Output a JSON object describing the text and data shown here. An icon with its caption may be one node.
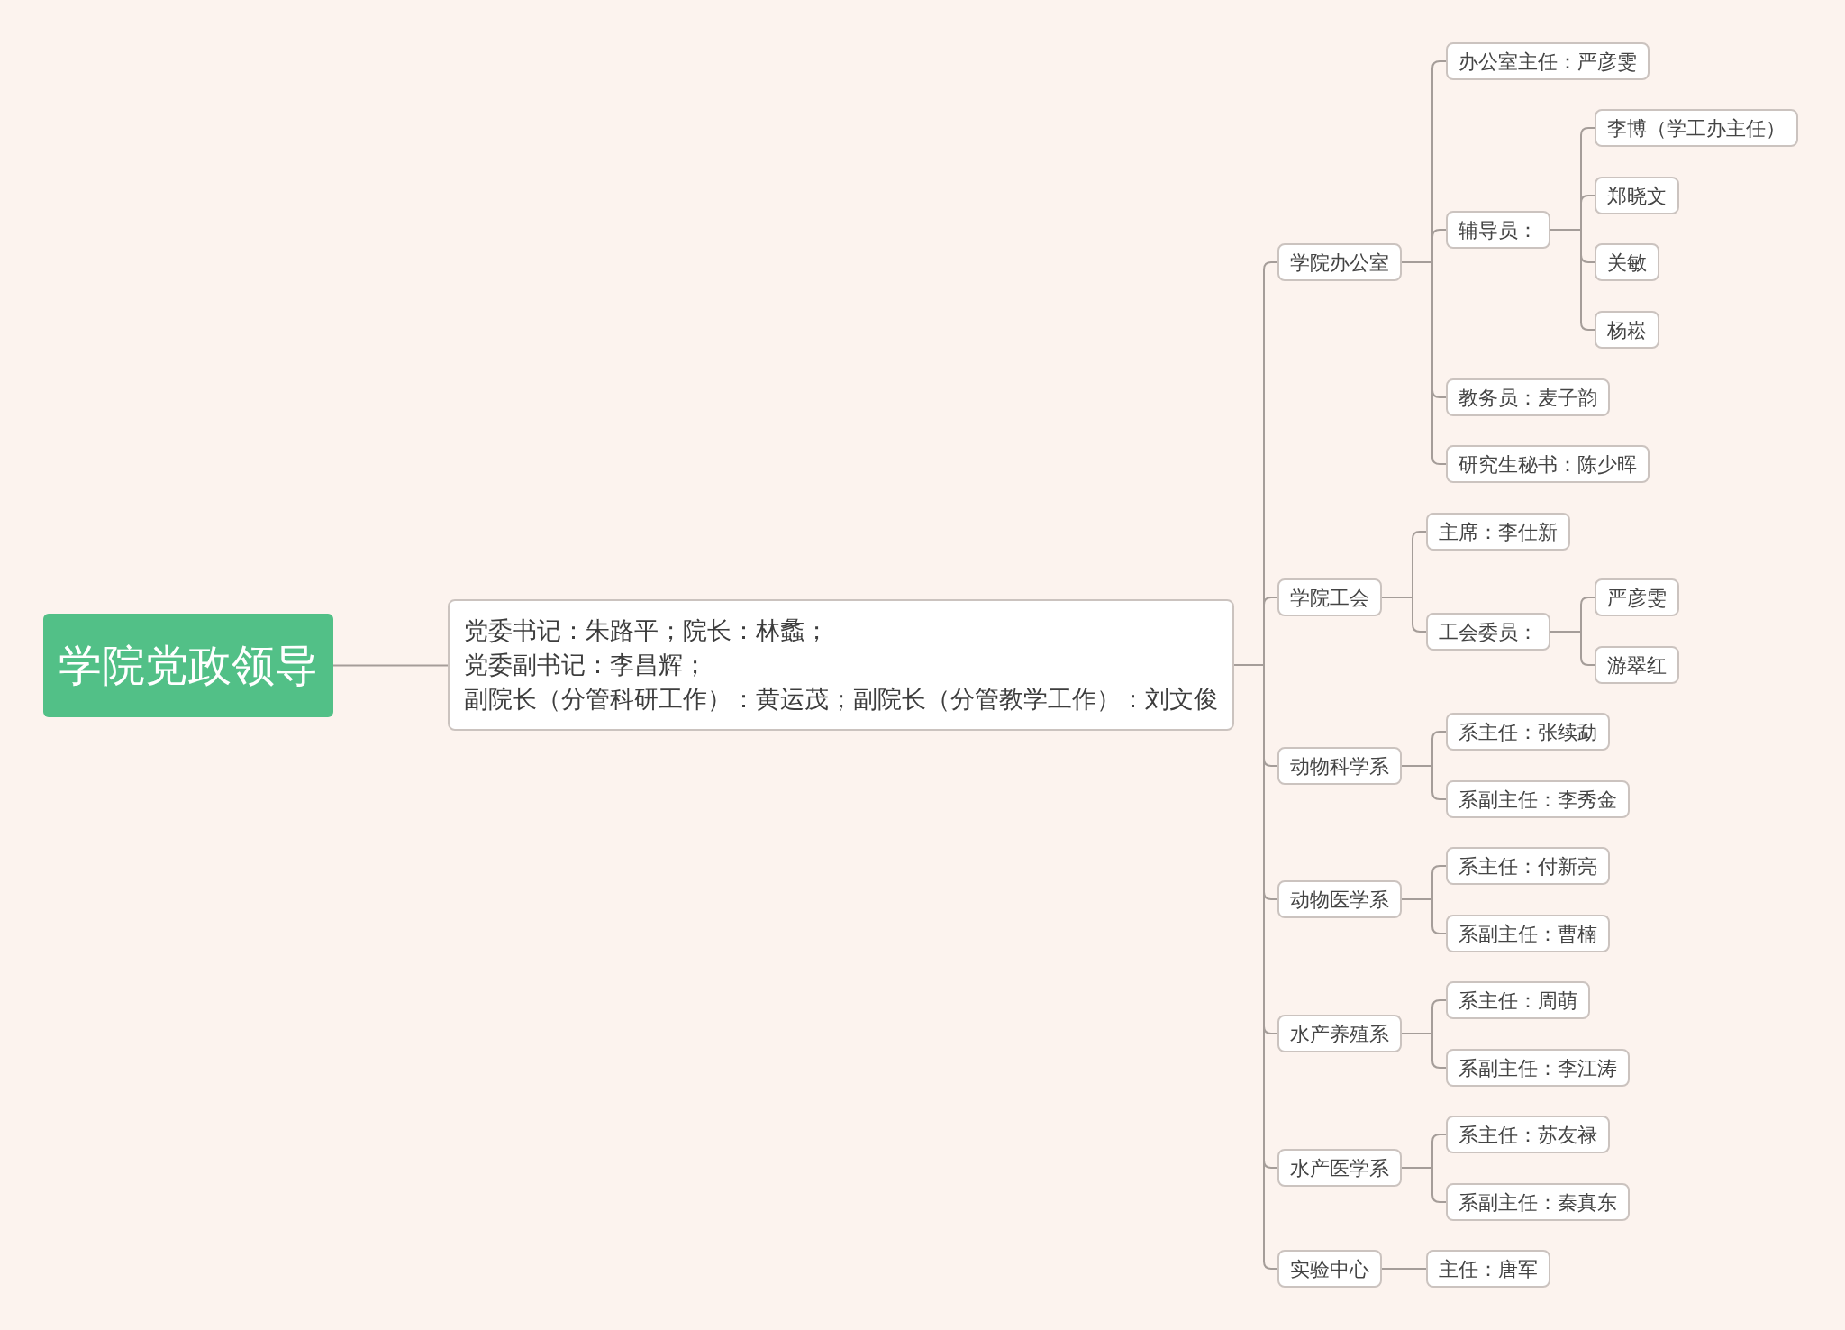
{
  "diagram": {
    "nodes": [
      {
        "text": [
          "学院党政领导"
        ]
      },
      {
        "text": [
          "党委书记：朱路平；院长：林蠡；",
          "党委副书记：李昌辉；",
          "副院长（分管科研工作）：黄运茂；副院长（分管教学工作）：刘文俊"
        ]
      },
      {
        "text": [
          "学院办公室"
        ]
      },
      {
        "text": [
          "办公室主任：严彦雯"
        ]
      },
      {
        "text": [
          "辅导员："
        ]
      },
      {
        "text": [
          "李博（学工办主任）"
        ]
      },
      {
        "text": [
          "郑晓文"
        ]
      },
      {
        "text": [
          "关敏"
        ]
      },
      {
        "text": [
          "杨崧"
        ]
      },
      {
        "text": [
          "教务员：麦子韵"
        ]
      },
      {
        "text": [
          "研究生秘书：陈少晖"
        ]
      },
      {
        "text": [
          "学院工会"
        ]
      },
      {
        "text": [
          "主席：李仕新"
        ]
      },
      {
        "text": [
          "工会委员："
        ]
      },
      {
        "text": [
          "严彦雯"
        ]
      },
      {
        "text": [
          "游翠红"
        ]
      },
      {
        "text": [
          "动物科学系"
        ]
      },
      {
        "text": [
          "系主任：张续勐"
        ]
      },
      {
        "text": [
          "系副主任：李秀金"
        ]
      },
      {
        "text": [
          "动物医学系"
        ]
      },
      {
        "text": [
          "系主任：付新亮"
        ]
      },
      {
        "text": [
          "系副主任：曹楠"
        ]
      },
      {
        "text": [
          "水产养殖系"
        ]
      },
      {
        "text": [
          "系主任：周萌"
        ]
      },
      {
        "text": [
          "系副主任：李江涛"
        ]
      },
      {
        "text": [
          "水产医学系"
        ]
      },
      {
        "text": [
          "系主任：苏友禄"
        ]
      },
      {
        "text": [
          "系副主任：秦真东"
        ]
      },
      {
        "text": [
          "实验中心"
        ]
      },
      {
        "text": [
          "主任：唐军"
        ]
      }
    ],
    "edges": [
      {
        "from": 0,
        "to": 1,
        "arrow": "none"
      },
      {
        "from": 1,
        "to": 2,
        "arrow": "none"
      },
      {
        "from": 2,
        "to": 3,
        "arrow": "none"
      },
      {
        "from": 2,
        "to": 4,
        "arrow": "none"
      },
      {
        "from": 4,
        "to": 5,
        "arrow": "none"
      },
      {
        "from": 4,
        "to": 6,
        "arrow": "none"
      },
      {
        "from": 4,
        "to": 7,
        "arrow": "none"
      },
      {
        "from": 4,
        "to": 8,
        "arrow": "none"
      },
      {
        "from": 2,
        "to": 9,
        "arrow": "none"
      },
      {
        "from": 2,
        "to": 10,
        "arrow": "none"
      },
      {
        "from": 1,
        "to": 11,
        "arrow": "none"
      },
      {
        "from": 11,
        "to": 12,
        "arrow": "none"
      },
      {
        "from": 11,
        "to": 13,
        "arrow": "none"
      },
      {
        "from": 13,
        "to": 14,
        "arrow": "none"
      },
      {
        "from": 13,
        "to": 15,
        "arrow": "none"
      },
      {
        "from": 1,
        "to": 16,
        "arrow": "none"
      },
      {
        "from": 16,
        "to": 17,
        "arrow": "none"
      },
      {
        "from": 16,
        "to": 18,
        "arrow": "none"
      },
      {
        "from": 1,
        "to": 19,
        "arrow": "none"
      },
      {
        "from": 19,
        "to": 20,
        "arrow": "none"
      },
      {
        "from": 19,
        "to": 21,
        "arrow": "none"
      },
      {
        "from": 1,
        "to": 22,
        "arrow": "none"
      },
      {
        "from": 22,
        "to": 23,
        "arrow": "none"
      },
      {
        "from": 22,
        "to": 24,
        "arrow": "none"
      },
      {
        "from": 1,
        "to": 25,
        "arrow": "none"
      },
      {
        "from": 25,
        "to": 26,
        "arrow": "none"
      },
      {
        "from": 25,
        "to": 27,
        "arrow": "none"
      },
      {
        "from": 1,
        "to": 28,
        "arrow": "none"
      },
      {
        "from": 28,
        "to": 29,
        "arrow": "none"
      }
    ]
  }
}
